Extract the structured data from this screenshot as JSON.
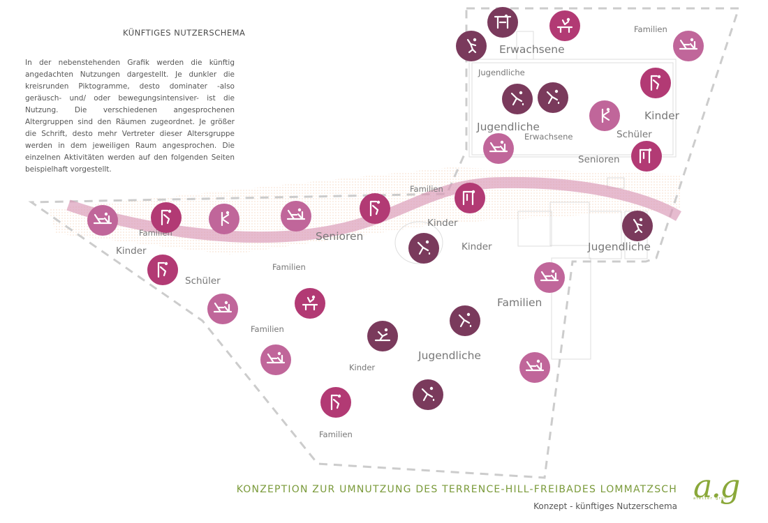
{
  "intro": {
    "title": "KÜNFTIGES NUTZERSCHEMA",
    "text": "In der nebenstehenden Grafik werden die künftig angedachten Nutzungen dargestellt. Je dunkler die kreisrunden Piktogramme, desto dominater -also geräusch- und/ oder bewegungsintensiver- ist die Nutzung. Die verschiedenen angesprochenen Altergruppen sind den Räumen zugeordnet. Je größer die Schrift, desto mehr Vertreter dieser Altersgruppe werden in dem jeweiligen Raum angesprochen. Die einzelnen Aktivitäten werden auf den folgenden Seiten beispielhaft vorgestellt."
  },
  "footer": {
    "title": "KONZEPTION ZUR UMNUTZUNG DES TERRENCE-HILL-FREIBADES LOMMATZSCH",
    "subtitle": "Konzept - künftiges Nutzerschema"
  },
  "logo": {
    "mark": "a.g",
    "sub": "atelier grün"
  },
  "colors": {
    "dark": "#7a3a5c",
    "medium": "#b23a74",
    "light": "#c0669a",
    "path": "#d896b6",
    "boundary": "#cccccc",
    "buildings": "#dddddd"
  },
  "labels": [
    {
      "text": "Familien",
      "size": "small"
    },
    {
      "text": "Erwachsene",
      "size": "large"
    },
    {
      "text": "Jugendliche",
      "size": "small"
    },
    {
      "text": "Kinder",
      "size": "large"
    },
    {
      "text": "Jugendliche",
      "size": "large"
    },
    {
      "text": "Schüler",
      "size": "medium"
    },
    {
      "text": "Erwachsene",
      "size": "small"
    },
    {
      "text": "Senioren",
      "size": "medium"
    },
    {
      "text": "Familien",
      "size": "small"
    },
    {
      "text": "Familien",
      "size": "small"
    },
    {
      "text": "Senioren",
      "size": "large"
    },
    {
      "text": "Kinder",
      "size": "medium"
    },
    {
      "text": "Kinder",
      "size": "medium"
    },
    {
      "text": "Jugendliche",
      "size": "large"
    },
    {
      "text": "Kinder",
      "size": "medium"
    },
    {
      "text": "Schüler",
      "size": "medium"
    },
    {
      "text": "Familien",
      "size": "small"
    },
    {
      "text": "Familien",
      "size": "large"
    },
    {
      "text": "Familien",
      "size": "small"
    },
    {
      "text": "Jugendliche",
      "size": "large"
    },
    {
      "text": "Kinder",
      "size": "small"
    },
    {
      "text": "Familien",
      "size": "small"
    }
  ],
  "pictograms": [
    {
      "shade": "dark",
      "icon": "basketball-icon"
    },
    {
      "shade": "medium",
      "icon": "table-tennis-icon"
    },
    {
      "shade": "dark",
      "icon": "volleyball-icon"
    },
    {
      "shade": "light",
      "icon": "picnic-icon"
    },
    {
      "shade": "medium",
      "icon": "climbing-icon"
    },
    {
      "shade": "dark",
      "icon": "soccer-icon"
    },
    {
      "shade": "dark",
      "icon": "soccer-icon"
    },
    {
      "shade": "light",
      "icon": "boule-icon"
    },
    {
      "shade": "light",
      "icon": "picnic-icon"
    },
    {
      "shade": "medium",
      "icon": "playground-icon"
    },
    {
      "shade": "medium",
      "icon": "playground-icon"
    },
    {
      "shade": "medium",
      "icon": "climbing-icon"
    },
    {
      "shade": "light",
      "icon": "picnic-icon"
    },
    {
      "shade": "medium",
      "icon": "climbing-icon"
    },
    {
      "shade": "light",
      "icon": "boule-icon"
    },
    {
      "shade": "light",
      "icon": "picnic-icon"
    },
    {
      "shade": "dark",
      "icon": "soccer-icon"
    },
    {
      "shade": "dark",
      "icon": "volleyball-icon"
    },
    {
      "shade": "medium",
      "icon": "climbing-icon"
    },
    {
      "shade": "light",
      "icon": "picnic-icon"
    },
    {
      "shade": "light",
      "icon": "picnic-icon"
    },
    {
      "shade": "medium",
      "icon": "table-tennis-icon"
    },
    {
      "shade": "dark",
      "icon": "soccer-icon"
    },
    {
      "shade": "dark",
      "icon": "skateboard-icon"
    },
    {
      "shade": "light",
      "icon": "picnic-icon"
    },
    {
      "shade": "light",
      "icon": "picnic-icon"
    },
    {
      "shade": "medium",
      "icon": "climbing-icon"
    },
    {
      "shade": "dark",
      "icon": "soccer-icon"
    }
  ]
}
